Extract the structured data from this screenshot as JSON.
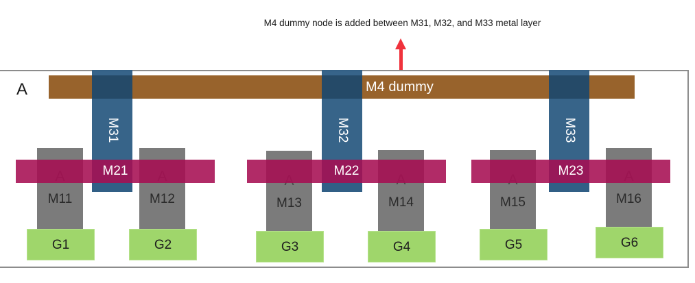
{
  "annotation": {
    "text": "M4 dummy node is added between M31, M32, and M33 metal layer",
    "arrow_color": "#f0323c"
  },
  "container": {
    "label": "A"
  },
  "m4": {
    "label": "M4 dummy",
    "color": "#98632c"
  },
  "m3": [
    {
      "label": "M31",
      "color": "#315f86"
    },
    {
      "label": "M32",
      "color": "#315f86"
    },
    {
      "label": "M33",
      "color": "#315f86"
    }
  ],
  "m2": [
    {
      "label": "M21",
      "color": "#a60e52"
    },
    {
      "label": "M22",
      "color": "#a60e52"
    },
    {
      "label": "M23",
      "color": "#a60e52"
    }
  ],
  "m1": [
    {
      "top_label": "A",
      "label": "M11"
    },
    {
      "top_label": "A",
      "label": "M12"
    },
    {
      "top_label": "A",
      "label": "M13"
    },
    {
      "top_label": "A",
      "label": "M14"
    },
    {
      "top_label": "A",
      "label": "M15"
    },
    {
      "top_label": "A",
      "label": "M16"
    }
  ],
  "gates": [
    {
      "label": "G1"
    },
    {
      "label": "G2"
    },
    {
      "label": "G3"
    },
    {
      "label": "G4"
    },
    {
      "label": "G5"
    },
    {
      "label": "G6"
    }
  ],
  "colors": {
    "gray": "#7b7b7b",
    "gate": "#9fd66b",
    "border": "#8c8c8c"
  }
}
